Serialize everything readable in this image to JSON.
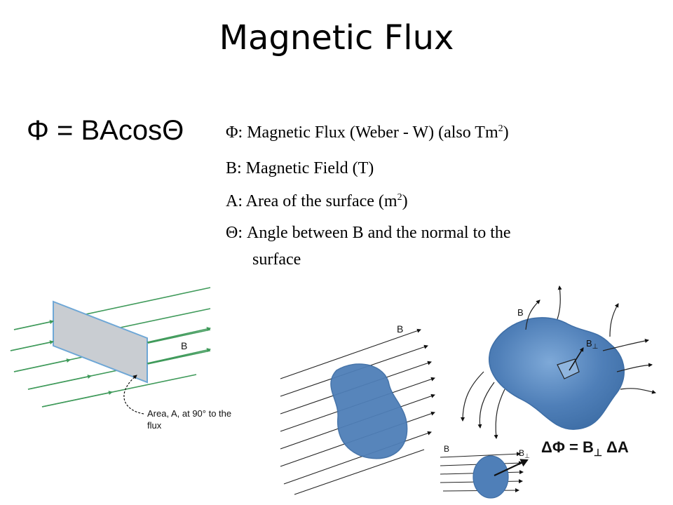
{
  "title": "Magnetic Flux",
  "formula": "Φ = BAcosΘ",
  "definitions": {
    "flux": {
      "text": "Φ: Magnetic Flux (Weber - W) (also Tm",
      "sup": "2",
      "close": ")"
    },
    "field": {
      "text": "B: Magnetic Field (T)"
    },
    "area": {
      "text": "A: Area of the surface (m",
      "sup": "2",
      "close": ")"
    },
    "angle": {
      "line1": "Θ: Angle between B and the normal to the",
      "line2": "surface"
    }
  },
  "figure_left": {
    "b_label": "B",
    "area_caption_line1": "Area, A, at 90° to the",
    "area_caption_line2": "flux"
  },
  "figure_middle": {
    "b_label": "B"
  },
  "figure_right": {
    "b_label_top": "B",
    "b_perp_label": "B",
    "b_perp_sub": "⊥",
    "small_b_label": "B",
    "small_b_perp_label": "B",
    "small_b_perp_sub": "⊥",
    "equation": "ΔΦ = B",
    "equation_sub": "⊥",
    "equation_tail": "ΔA"
  },
  "colors": {
    "field_line_green": "#3f9a5a",
    "plate_gray": "#c9cdd2",
    "plate_edge": "#6ea7d6",
    "surface_blue": "#4f7fb8",
    "surface_blue_dark": "#3e6ea6"
  }
}
